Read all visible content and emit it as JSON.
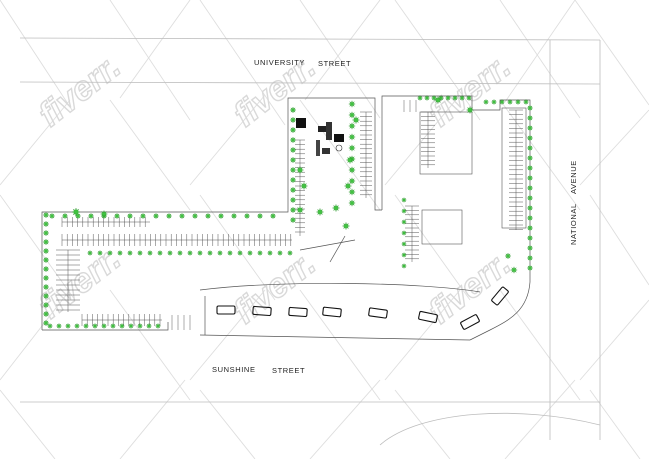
{
  "streets": {
    "north_a": "UNIVERSITY",
    "north_b": "STREET",
    "south_a": "SUNSHINE",
    "south_b": "STREET",
    "east_a": "NATIONAL",
    "east_b": "AVENUE"
  },
  "watermark": {
    "brand": "fiverr."
  },
  "colors": {
    "tree_green": "#3fc43f",
    "line": "#555555",
    "street_line": "#bdbdbd",
    "watermark": "#d9d9d9"
  }
}
